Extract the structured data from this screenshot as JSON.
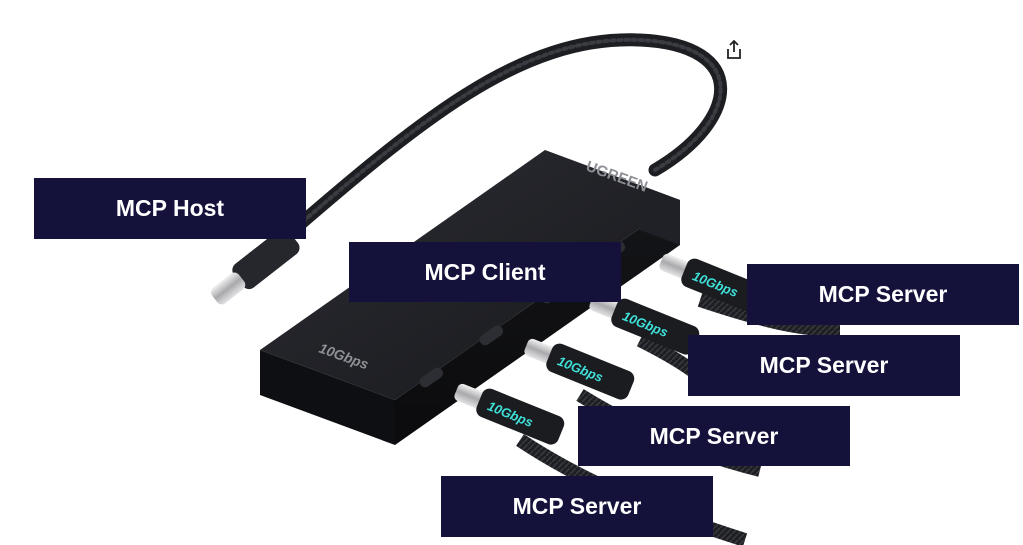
{
  "labels": {
    "host": "MCP Host",
    "client": "MCP Client",
    "server_1": "MCP Server",
    "server_2": "MCP Server",
    "server_3": "MCP Server",
    "server_4": "MCP Server"
  },
  "device": {
    "brand": "UGREEN",
    "hub_speed": "10Gbps",
    "cable_speed_1": "10Gbps",
    "cable_speed_2": "10Gbps",
    "cable_speed_3": "10Gbps",
    "cable_speed_4": "10Gbps"
  },
  "colors": {
    "label_bg": "#14113a",
    "label_text": "#ffffff",
    "speed_text": "#3ee0d8",
    "hub_body": "#1c1d21"
  },
  "icons": {
    "share": "share-icon"
  }
}
